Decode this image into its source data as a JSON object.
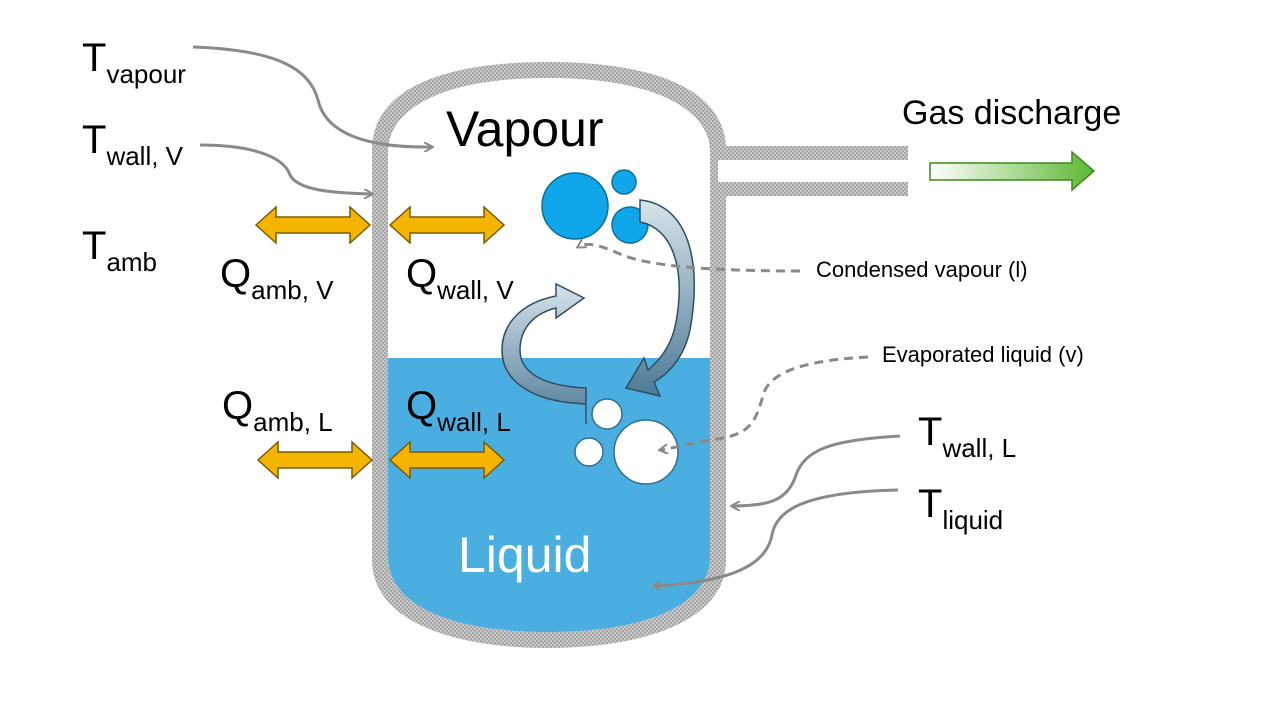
{
  "labels": {
    "t_vapour": {
      "main": "T",
      "sub": "vapour"
    },
    "t_wall_v": {
      "main": "T",
      "sub": "wall, V"
    },
    "t_amb": {
      "main": "T",
      "sub": "amb"
    },
    "q_amb_v": {
      "main": "Q",
      "sub": "amb, V"
    },
    "q_wall_v": {
      "main": "Q",
      "sub": "wall, V"
    },
    "q_amb_l": {
      "main": "Q",
      "sub": "amb, L"
    },
    "q_wall_l": {
      "main": "Q",
      "sub": "wall, L"
    },
    "t_wall_l": {
      "main": "T",
      "sub": "wall, L"
    },
    "t_liquid": {
      "main": "T",
      "sub": "liquid"
    },
    "vapour": "Vapour",
    "liquid": "Liquid",
    "gas_discharge": "Gas discharge",
    "condensed_vapour": "Condensed vapour (l)",
    "evaporated_liquid": "Evaporated liquid (v)"
  },
  "colors": {
    "wall": "#b9b9b9",
    "liquid": "#4aaee0",
    "droplet": "#0fa6ea",
    "heat_arrow": "#f5b400",
    "flow_arrow": "#4d7a96",
    "discharge_arrow": "#5cb833",
    "leader": "#8a8a8a"
  }
}
